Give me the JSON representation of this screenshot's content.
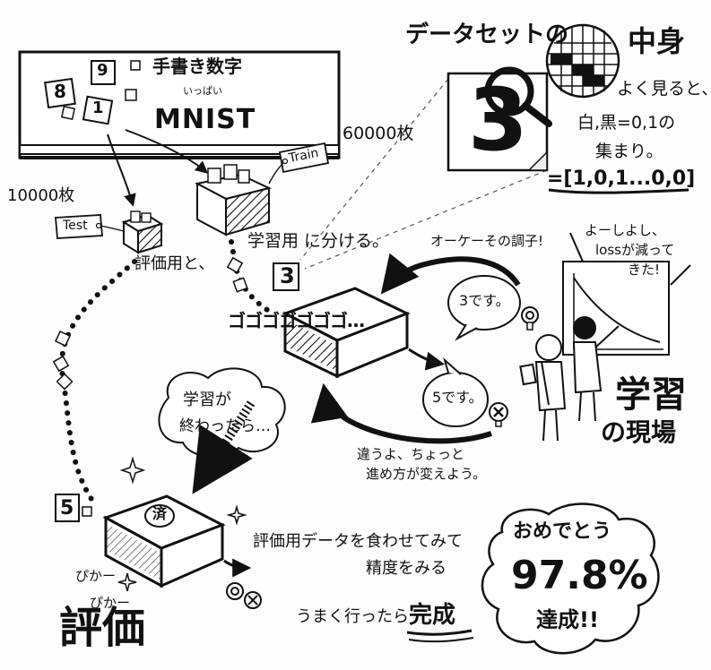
{
  "mnist_board": {
    "title": "手書き数字",
    "subtitle_ruby": "いっぱい",
    "name": "MNIST",
    "card_digits": [
      "8",
      "9",
      "1"
    ]
  },
  "split": {
    "train_tag": "Train",
    "train_count": "60000枚",
    "test_tag": "Test",
    "test_count": "10000枚",
    "eval_use": "評価用と、",
    "train_use": "学習用 に分ける。"
  },
  "dataset_zoom": {
    "title_prefix": "データセットの",
    "title_suffix": "中身",
    "big_digit": "3",
    "note_line1": "よく見ると、",
    "note_line2": "白,黒=0,1の",
    "note_line3": "集まり。",
    "vector": "=[1,0,1...0,0]"
  },
  "training": {
    "input_digit": "3",
    "sound": "ゴゴゴゴゴゴゴ…",
    "op_comment": "オーケーその調子!",
    "bubble_correct": "3です。",
    "bubble_wrong": "5です。",
    "wrong_comment_1": "違うよ、ちょっと",
    "wrong_comment_2": "進め方が変えよう。",
    "loss_comment_1": "よーしよし、",
    "loss_comment_2": "lossが減って",
    "loss_comment_3": "きた!",
    "site_title_1": "学習",
    "site_title_2": "の現場"
  },
  "evaluation": {
    "cloud_1": "学習が",
    "cloud_2": "終わったら…",
    "test_digit": "5",
    "done_mark": "済",
    "desc_1": "評価用データを食わせてみて",
    "desc_2": "精度をみる",
    "ruby_1": "ぴかー",
    "ruby_2": "ぴかー",
    "title": "評価"
  },
  "result": {
    "congrats": "おめでとう",
    "accuracy": "97.8%",
    "achieved": "達成!!",
    "complete_prefix": "うまく行ったら",
    "complete": "完成"
  }
}
